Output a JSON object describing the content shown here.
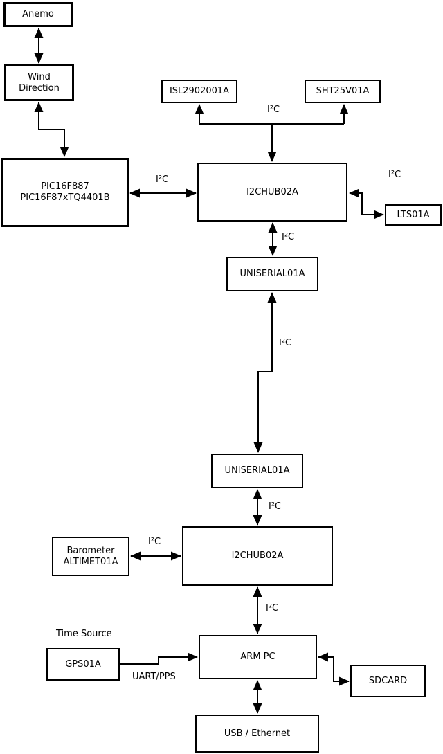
{
  "colors": {
    "background": "#ffffff",
    "line": "#000000",
    "box_fill": "#ffffff",
    "box_border": "#000000",
    "text": "#000000"
  },
  "nodes": {
    "anemo": {
      "label": "Anemo"
    },
    "wind_direction": {
      "line1": "Wind",
      "line2": "Direction"
    },
    "pic": {
      "line1": "PIC16F887",
      "line2": "PIC16F87xTQ4401B"
    },
    "isl": {
      "label": "ISL2902001A"
    },
    "sht": {
      "label": "SHT25V01A"
    },
    "i2chub_upper": {
      "label": "I2CHUB02A"
    },
    "lts": {
      "label": "LTS01A"
    },
    "uniserial_upper": {
      "label": "UNISERIAL01A"
    },
    "uniserial_lower": {
      "label": "UNISERIAL01A"
    },
    "i2chub_lower": {
      "label": "I2CHUB02A"
    },
    "barometer": {
      "line1": "Barometer",
      "line2": "ALTIMET01A"
    },
    "arm_pc": {
      "label": "ARM PC"
    },
    "gps": {
      "label": "GPS01A"
    },
    "sdcard": {
      "label": "SDCARD"
    },
    "usb_ethernet": {
      "label": "USB / Ethernet"
    }
  },
  "labels": {
    "i2c_sensors": "I²C",
    "i2c_pic": "I²C",
    "i2c_lts": "I²C",
    "i2c_uniserial_upper": "I²C",
    "i2c_link": "I²C",
    "i2c_uniserial_lower": "I²C",
    "i2c_barometer": "I²C",
    "i2c_arm": "I²C",
    "uart_pps": "UART/PPS",
    "time_source": "Time Source"
  },
  "edges": [
    {
      "from": "Anemo",
      "to": "Wind Direction",
      "type": "bidirectional",
      "label": ""
    },
    {
      "from": "Wind Direction",
      "to": "PIC16F887 PIC16F87xTQ4401B",
      "type": "bidirectional",
      "label": ""
    },
    {
      "from": "PIC16F887 PIC16F87xTQ4401B",
      "to": "I2CHUB02A (upper)",
      "type": "bidirectional",
      "label": "I²C"
    },
    {
      "from": "I2CHUB02A (upper)",
      "to": "ISL2902001A",
      "type": "bidirectional-branch",
      "label": "I²C"
    },
    {
      "from": "I2CHUB02A (upper)",
      "to": "SHT25V01A",
      "type": "bidirectional-branch",
      "label": "I²C"
    },
    {
      "from": "I2CHUB02A (upper)",
      "to": "LTS01A",
      "type": "bidirectional",
      "label": "I²C"
    },
    {
      "from": "I2CHUB02A (upper)",
      "to": "UNISERIAL01A (upper)",
      "type": "bidirectional",
      "label": "I²C"
    },
    {
      "from": "UNISERIAL01A (upper)",
      "to": "UNISERIAL01A (lower)",
      "type": "bidirectional",
      "label": "I²C"
    },
    {
      "from": "UNISERIAL01A (lower)",
      "to": "I2CHUB02A (lower)",
      "type": "bidirectional",
      "label": "I²C"
    },
    {
      "from": "Barometer ALTIMET01A",
      "to": "I2CHUB02A (lower)",
      "type": "bidirectional",
      "label": "I²C"
    },
    {
      "from": "I2CHUB02A (lower)",
      "to": "ARM PC",
      "type": "bidirectional",
      "label": "I²C"
    },
    {
      "from": "GPS01A",
      "to": "ARM PC",
      "type": "arrow",
      "label": "UART/PPS"
    },
    {
      "from": "ARM PC",
      "to": "SDCARD",
      "type": "bidirectional",
      "label": ""
    },
    {
      "from": "ARM PC",
      "to": "USB / Ethernet",
      "type": "bidirectional",
      "label": ""
    }
  ]
}
